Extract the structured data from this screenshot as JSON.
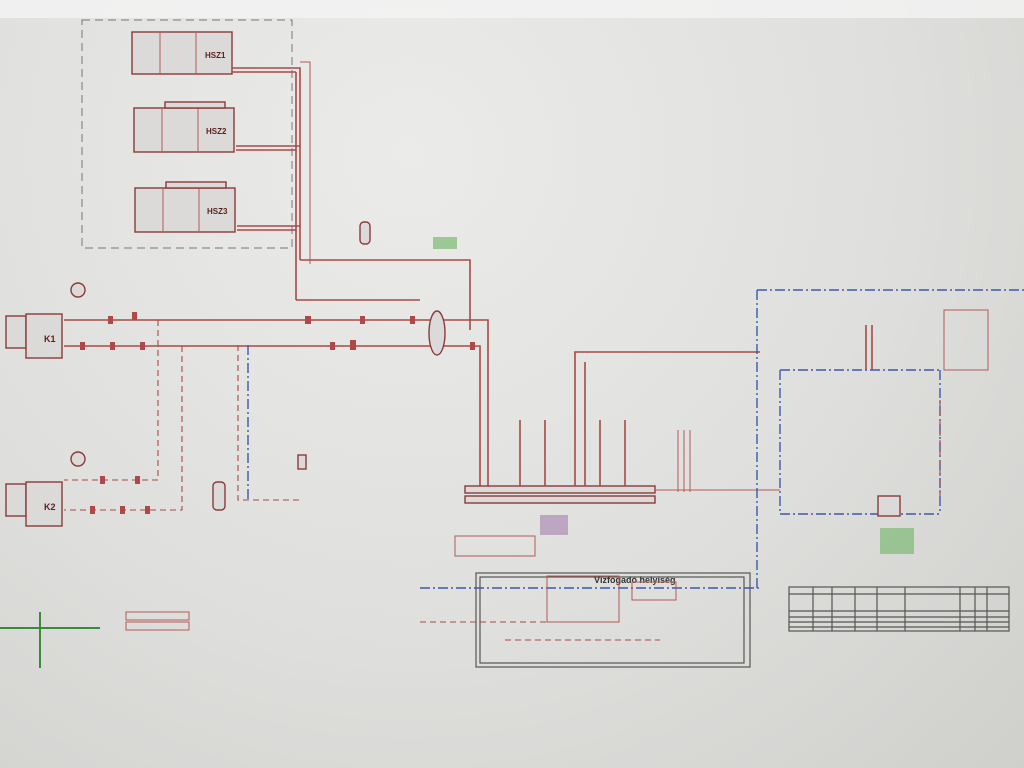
{
  "diagram": {
    "chillers": [
      {
        "label": "HSZ1"
      },
      {
        "label": "HSZ2"
      },
      {
        "label": "HSZ3"
      }
    ],
    "boilers": [
      {
        "label": "K1"
      },
      {
        "label": "K2"
      }
    ],
    "room_label": "Vízfogadó helyiség",
    "colors": {
      "pipe": "#a84a48",
      "blue_line": "#3d5aa8",
      "green_notes": "#4da840"
    }
  }
}
